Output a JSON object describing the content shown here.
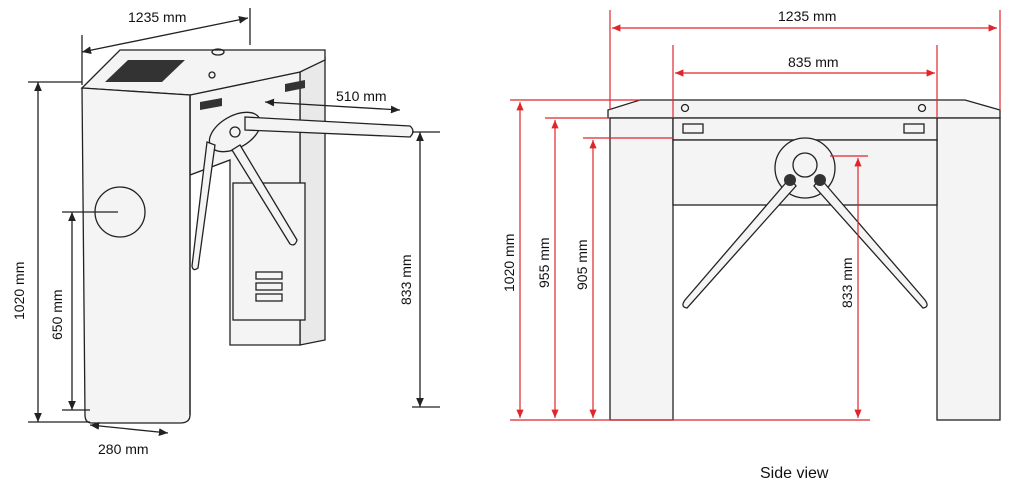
{
  "left_view": {
    "width_top": "1235 mm",
    "arm_length": "510 mm",
    "height_total": "1020 mm",
    "reader_height": "650 mm",
    "arm_height": "833 mm",
    "cabinet_depth": "280 mm"
  },
  "side_view": {
    "width_total": "1235 mm",
    "width_inner": "835 mm",
    "height_total": "1020 mm",
    "height_lid": "955 mm",
    "height_beam": "905 mm",
    "arm_height": "833 mm",
    "caption": "Side view"
  },
  "colors": {
    "dimension_line": "#e0262a",
    "outline": "#222222"
  }
}
